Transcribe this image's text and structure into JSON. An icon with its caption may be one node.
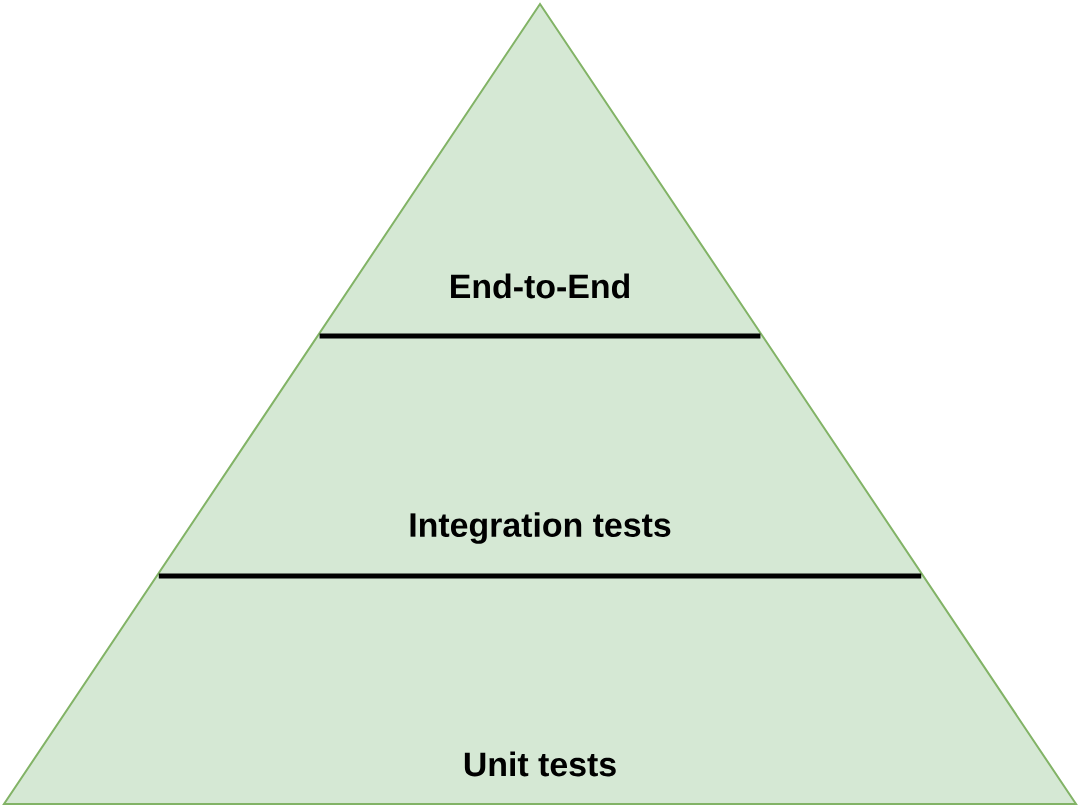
{
  "diagram": {
    "nodes": [
      {
        "text": [
          "End-to-End"
        ]
      },
      {
        "text": [
          "Integration tests"
        ]
      },
      {
        "text": [
          "Unit tests"
        ]
      }
    ]
  }
}
